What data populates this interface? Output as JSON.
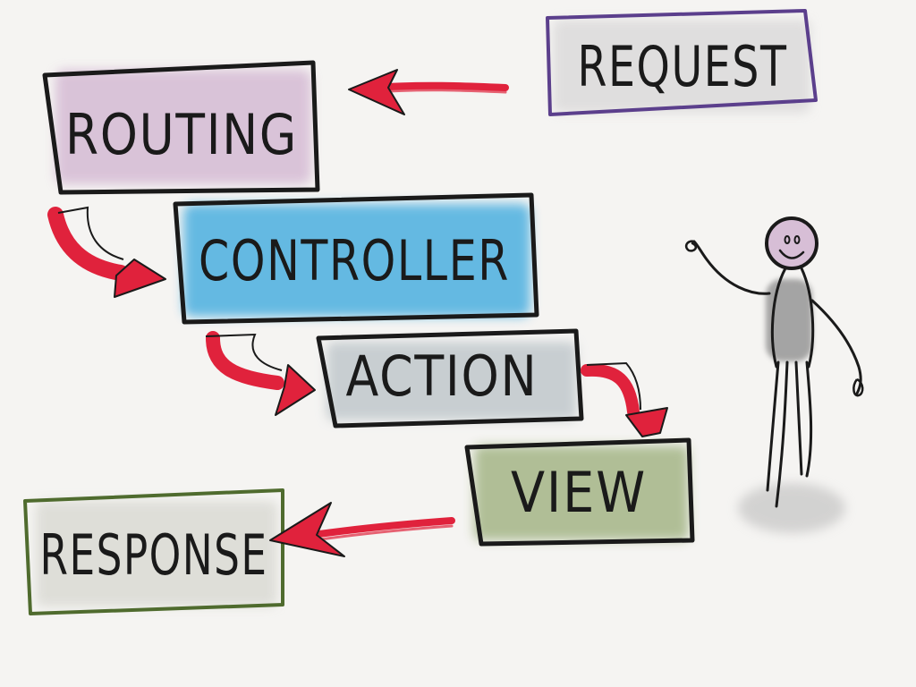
{
  "diagram": {
    "nodes": [
      {
        "id": "request",
        "label": "REQUEST",
        "fill": "#dddcdc",
        "stroke": "#5b3f8c",
        "text_color": "#4a2e7a"
      },
      {
        "id": "routing",
        "label": "ROUTING",
        "fill": "#d7bed6",
        "stroke": "#1a1a1a",
        "text_color": "#1a1a1a"
      },
      {
        "id": "controller",
        "label": "CONTROLLER",
        "fill": "#55b3e1",
        "stroke": "#1a1a1a",
        "text_color": "#1a1a1a"
      },
      {
        "id": "action",
        "label": "ACTION",
        "fill": "#c6cdd0",
        "stroke": "#1a1a1a",
        "text_color": "#1a1a1a"
      },
      {
        "id": "view",
        "label": "VIEW",
        "fill": "#a9b98d",
        "stroke": "#1a1a1a",
        "text_color": "#1a1a1a"
      },
      {
        "id": "response",
        "label": "RESPONSE",
        "fill": "#dcdcd6",
        "stroke": "#4f6b2e",
        "text_color": "#4f6b2e"
      }
    ],
    "edges": [
      {
        "from": "request",
        "to": "routing"
      },
      {
        "from": "routing",
        "to": "controller"
      },
      {
        "from": "controller",
        "to": "action"
      },
      {
        "from": "action",
        "to": "view"
      },
      {
        "from": "view",
        "to": "response"
      }
    ],
    "arrow_color": "#e0223c",
    "figure": "stick-figure"
  }
}
